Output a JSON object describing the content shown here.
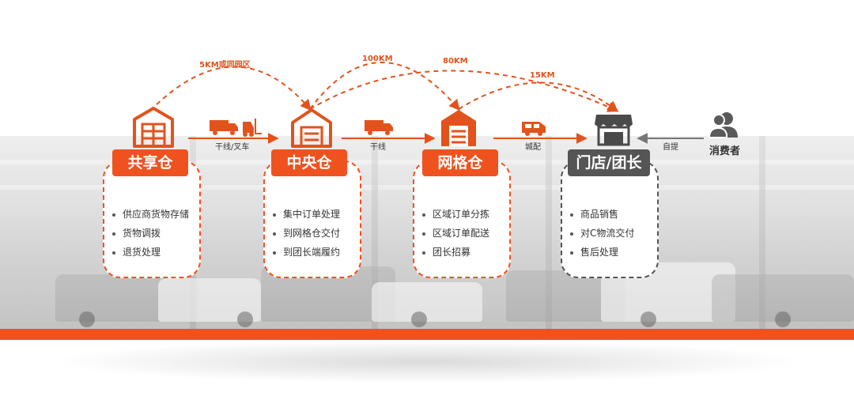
{
  "nodes": {
    "shared_warehouse": {
      "title": "共享仓",
      "items": [
        "供应商货物存储",
        "货物调拨",
        "退货处理"
      ]
    },
    "central_warehouse": {
      "title": "中央仓",
      "items": [
        "集中订单处理",
        "到网格仓交付",
        "到团长端履约"
      ]
    },
    "grid_warehouse": {
      "title": "网格仓",
      "items": [
        "区域订单分拣",
        "区域订单配送",
        "团长招募"
      ]
    },
    "store_leader": {
      "title": "门店/团长",
      "items": [
        "商品销售",
        "对C物流交付",
        "售后处理"
      ]
    }
  },
  "links": {
    "shared_to_central": "干线/叉车",
    "central_to_grid": "干线",
    "grid_to_store": "城配",
    "consumer_to_store": "自提"
  },
  "distances": {
    "shared_to_central": "5KM或同园区",
    "central_to_grid": "100KM",
    "central_to_store": "80KM",
    "grid_to_store": "15KM"
  },
  "consumer": {
    "label": "消费者"
  },
  "colors": {
    "accent": "#f0521f",
    "dark": "#555555",
    "arrow": "#e2531c"
  },
  "icons": [
    "warehouse-icon",
    "truck-icon",
    "forklift-icon",
    "shop-icon",
    "van-icon",
    "consumer-icon"
  ]
}
